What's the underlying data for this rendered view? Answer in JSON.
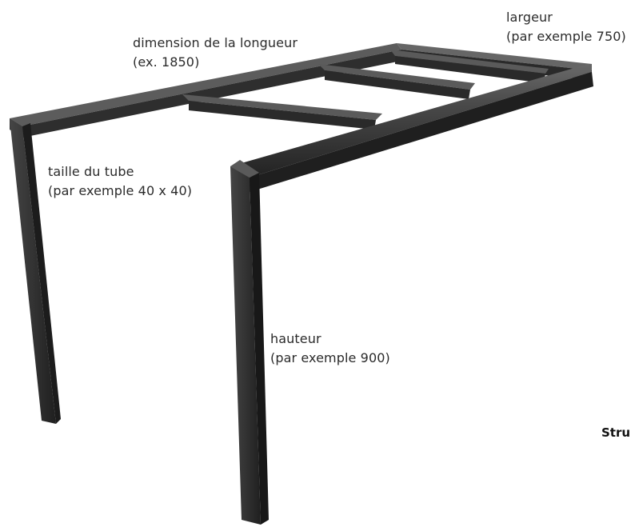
{
  "annotations": {
    "length": {
      "line1": "dimension de la longueur",
      "line2": "(ex. 1850)"
    },
    "width": {
      "line1": "largeur",
      "line2": "(par exemple 750)"
    },
    "tube": {
      "line1": "taille du tube",
      "line2": "(par exemple 40 x 40)"
    },
    "height": {
      "line1": "hauteur",
      "line2": "(par exemple 900)"
    }
  },
  "cut_off_label": "Stru",
  "colors": {
    "tube_top": "#5a5a5a",
    "tube_side": "#303030",
    "tube_dark": "#1f1f1f",
    "text": "#2b2b2b"
  }
}
